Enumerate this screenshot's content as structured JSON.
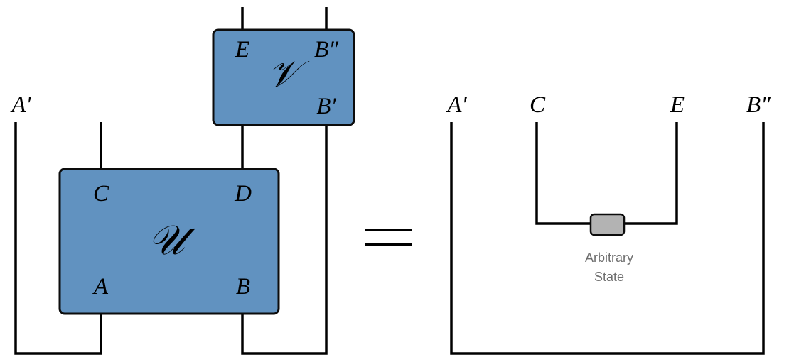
{
  "colors": {
    "box_fill": "#6192c0",
    "box_stroke": "#0c0c0c",
    "wire": "#000000",
    "state_fill": "#b3b3b3",
    "state_text": "#6e6e6e"
  },
  "left_side": {
    "unitary_u": {
      "symbol": "𝒰",
      "ports": {
        "top_left": "C",
        "top_right": "D",
        "bottom_left": "A",
        "bottom_right": "B"
      }
    },
    "unitary_v": {
      "symbol": "𝒱",
      "ports": {
        "top_left": "E",
        "top_right": "B″",
        "bottom_right": "B′"
      }
    },
    "outer_label": "A′"
  },
  "equals": "=",
  "right_side": {
    "labels": {
      "a_prime": "A′",
      "c": "C",
      "e": "E",
      "b_double_prime": "B″"
    },
    "state_caption_line1": "Arbitrary",
    "state_caption_line2": "State"
  }
}
